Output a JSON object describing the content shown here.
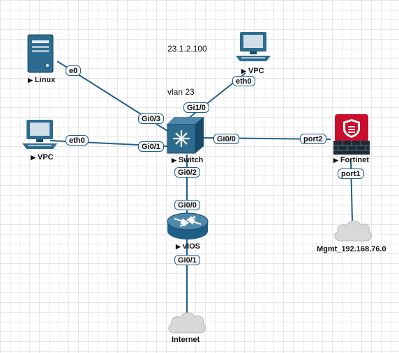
{
  "annotations": {
    "ip_text": "23.1.2.100",
    "vlan_text": "vlan 23"
  },
  "nodes": {
    "linux": {
      "label": "Linux",
      "icon": "server-icon"
    },
    "vpc_top": {
      "label": "VPC",
      "icon": "desktop-pc-icon"
    },
    "vpc_left": {
      "label": "VPC",
      "icon": "desktop-pc-icon"
    },
    "switch": {
      "label": "Switch",
      "icon": "switch-icon"
    },
    "fortinet": {
      "label": "Fortinet",
      "icon": "firewall-icon"
    },
    "vios": {
      "label": "vIOS",
      "icon": "router-icon"
    },
    "mgmt": {
      "label": "Mgmt_192.168.76.0",
      "icon": "cloud-icon"
    },
    "internet": {
      "label": "Internet",
      "icon": "cloud-icon"
    }
  },
  "ports": {
    "linux_e0": "e0",
    "switch_gi03": "Gi0/3",
    "vpc_top_eth0": "eth0",
    "switch_gi10": "Gi1/0",
    "vpc_left_eth0": "eth0",
    "switch_gi01": "Gi0/1",
    "switch_gi00": "Gi0/0",
    "fortinet_port2": "port2",
    "fortinet_port1": "port1",
    "switch_gi02": "Gi0/2",
    "vios_gi00": "Gi0/0",
    "vios_gi01": "Gi0/1"
  },
  "colors": {
    "link": "#1f5f86",
    "device_blue": "#2d6b8f",
    "firewall_red": "#c8102e",
    "cloud": "#d8d8d8"
  }
}
